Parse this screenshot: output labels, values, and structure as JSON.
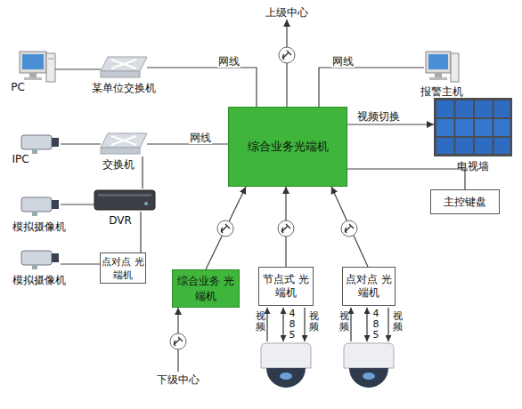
{
  "diagram": {
    "nodes": [
      {
        "text": [
          "上级中心"
        ]
      },
      {
        "text": [
          "PC"
        ]
      },
      {
        "text": [
          "某单位交换机"
        ]
      },
      {
        "text": [
          "报警主机"
        ]
      },
      {
        "text": [
          "IPC"
        ]
      },
      {
        "text": [
          "交换机"
        ]
      },
      {
        "text": [
          "综合业务光端机"
        ]
      },
      {
        "text": [
          "电视墙"
        ]
      },
      {
        "text": [
          "主控键盘"
        ]
      },
      {
        "text": [
          "模拟摄像机"
        ]
      },
      {
        "text": [
          "DVR"
        ]
      },
      {
        "text": [
          "模拟摄像机"
        ]
      },
      {
        "text": [
          "点对点 光端机"
        ]
      },
      {
        "text": [
          "综合业务 光端机"
        ]
      },
      {
        "text": [
          "节点式 光端机"
        ]
      },
      {
        "text": [
          "点对点 光端机"
        ]
      },
      {
        "text": [
          "下级中心"
        ]
      }
    ],
    "edges": [
      {
        "from": 1,
        "to": 2,
        "arrow": "none"
      },
      {
        "from": 2,
        "to": 6,
        "label": "网线",
        "arrow": "none"
      },
      {
        "from": 6,
        "to": 0,
        "arrow": "to"
      },
      {
        "from": 3,
        "to": 6,
        "label": "网线",
        "arrow": "none"
      },
      {
        "from": 4,
        "to": 5,
        "arrow": "none"
      },
      {
        "from": 5,
        "to": 6,
        "label": "网线",
        "arrow": "none"
      },
      {
        "from": 5,
        "to": 10,
        "arrow": "none"
      },
      {
        "from": 9,
        "to": 10,
        "arrow": "none"
      },
      {
        "from": 10,
        "to": 12,
        "arrow": "none"
      },
      {
        "from": 11,
        "to": 12,
        "arrow": "none"
      },
      {
        "from": 6,
        "to": 7,
        "label": "视频切换",
        "arrow": "to"
      },
      {
        "from": 6,
        "to": 8,
        "arrow": "none"
      },
      {
        "from": 13,
        "to": 6,
        "arrow": "to"
      },
      {
        "from": 16,
        "to": 13,
        "arrow": "to"
      },
      {
        "from": 14,
        "to": 6,
        "arrow": "to"
      },
      {
        "from": 15,
        "to": 6,
        "arrow": "to"
      }
    ],
    "labels": [
      "视频",
      "485",
      "视频",
      "视频",
      "485",
      "视频"
    ]
  }
}
